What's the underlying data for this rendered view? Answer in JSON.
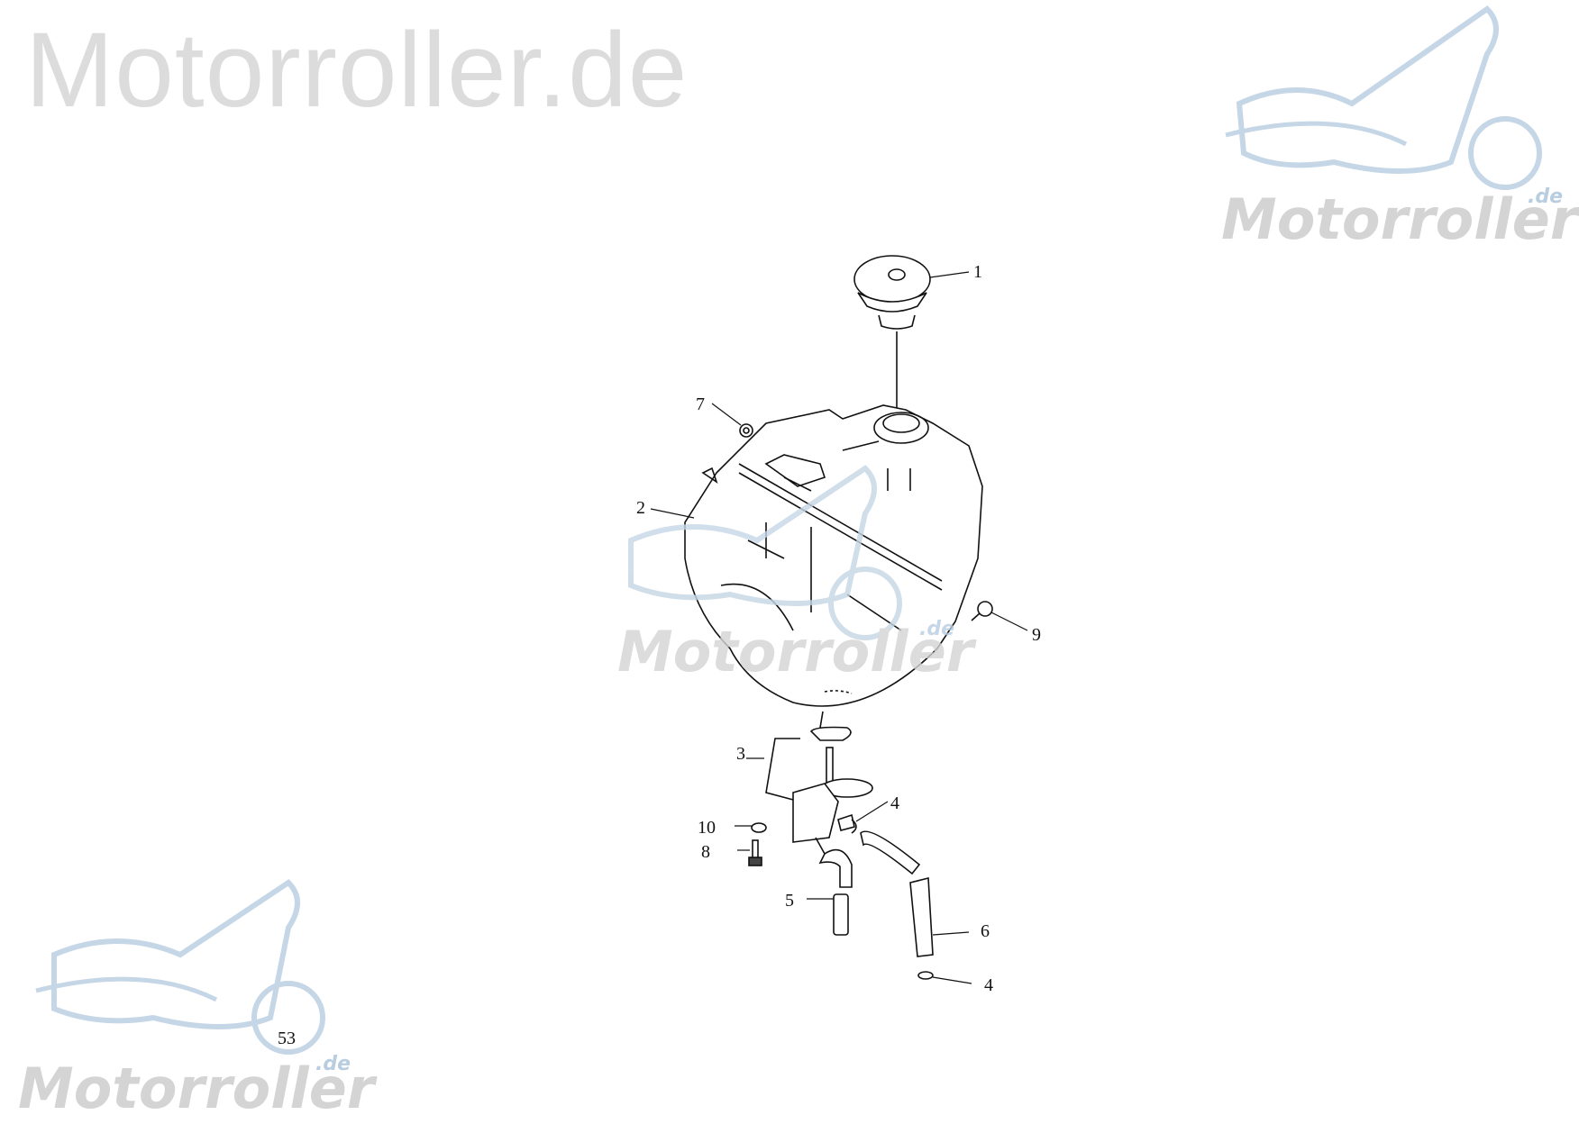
{
  "watermark": {
    "title": "Motorroller.de",
    "logo_text": "Motorroller",
    "logo_suffix": ".de",
    "logo_color": "#b8cde0",
    "text_color": "#d4d4d4"
  },
  "diagram": {
    "callouts": [
      {
        "id": "1",
        "part": "fuel-cap"
      },
      {
        "id": "2",
        "part": "fuel-tank"
      },
      {
        "id": "3",
        "part": "fuel-cock-assembly"
      },
      {
        "id": "4",
        "part": "hose-clip"
      },
      {
        "id": "5",
        "part": "fuel-hose-short"
      },
      {
        "id": "6",
        "part": "fuel-hose-long"
      },
      {
        "id": "7",
        "part": "nut"
      },
      {
        "id": "8",
        "part": "bolt"
      },
      {
        "id": "9",
        "part": "bolt-tank"
      },
      {
        "id": "10",
        "part": "washer"
      }
    ],
    "labels": {
      "l1": "1",
      "l2": "2",
      "l3": "3",
      "l4a": "4",
      "l4b": "4",
      "l5": "5",
      "l6": "6",
      "l7": "7",
      "l8": "8",
      "l9": "9",
      "l10": "10"
    }
  },
  "page_number": "53"
}
